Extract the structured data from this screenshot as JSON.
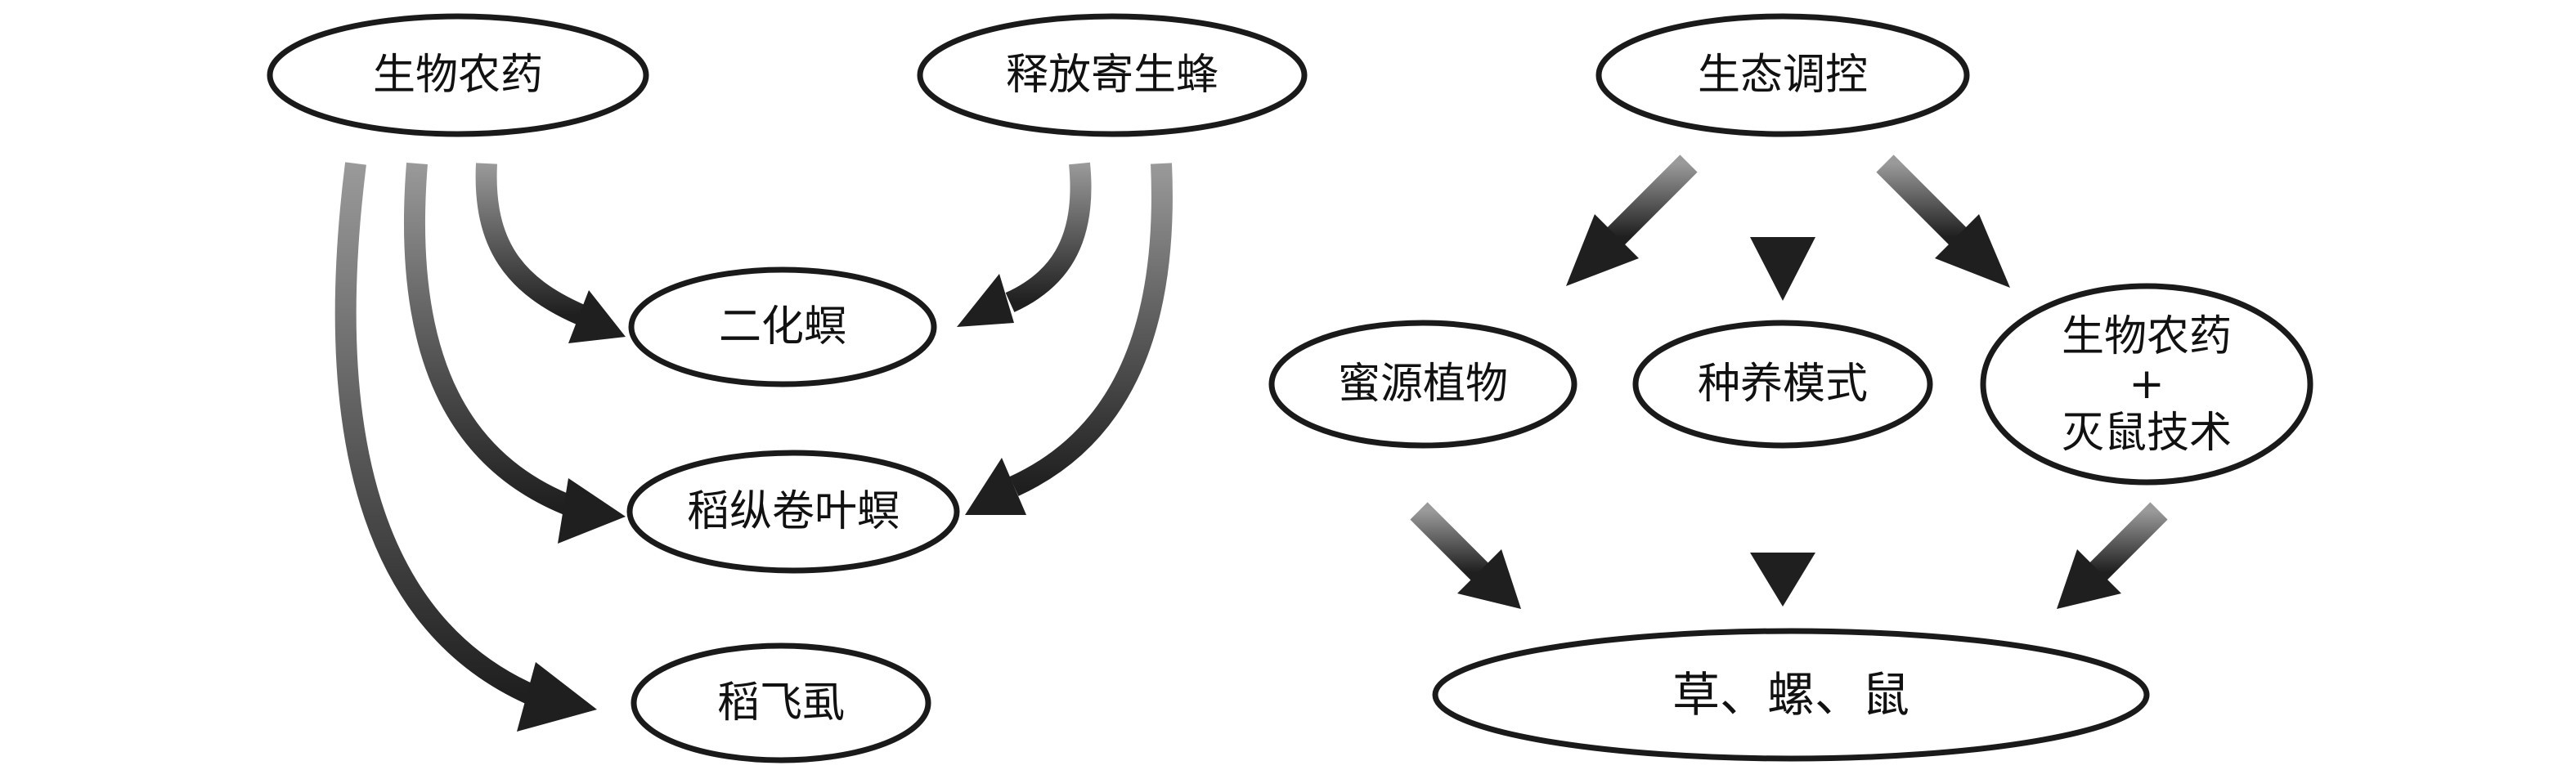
{
  "nodes": {
    "bio_pesticide": "生物农药",
    "release_parasitoid": "释放寄生蜂",
    "ecological_control": "生态调控",
    "chilo": "二化螟",
    "leaf_roller": "稻纵卷叶螟",
    "planthopper": "稻飞虱",
    "nectar_plants": "蜜源植物",
    "farming_mode": "种养模式",
    "bio_rodent": {
      "line1": "生物农药",
      "plus": "+",
      "line2": "灭鼠技术"
    },
    "weed_snail_rodent": "草、螺、鼠"
  },
  "colors": {
    "stroke": "#1a1a1a",
    "arrow_dark": "#2a2a2a",
    "arrow_light": "#8a8a8a"
  }
}
